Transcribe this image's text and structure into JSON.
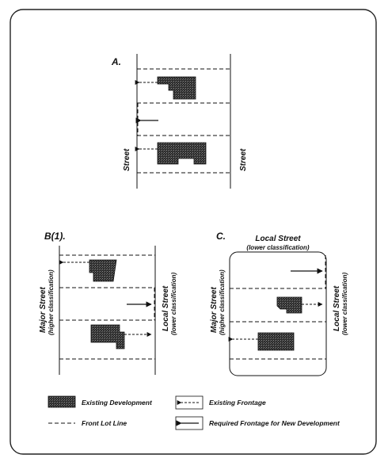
{
  "panels": {
    "a": {
      "title": "A.",
      "street_left": "Street",
      "street_right": "Street"
    },
    "b1": {
      "title": "B(1).",
      "major_street": "Major Street",
      "major_class": "(higher classification)",
      "local_street": "Local Street",
      "local_class": "(lower classification)"
    },
    "c": {
      "title": "C.",
      "top_street": "Local Street",
      "top_class": "(lower classification)",
      "major_street": "Major Street",
      "major_class": "(higher classification)",
      "local_street": "Local Street",
      "local_class": "(lower classification)"
    }
  },
  "legend": {
    "existing_development": "Existing Development",
    "front_lot_line": "Front Lot Line",
    "existing_frontage": "Existing Frontage",
    "required_frontage": "Required Frontage for New Development"
  },
  "colors": {
    "ink": "#111111",
    "building_fill": "#3a3a3a",
    "border": "#222222"
  }
}
